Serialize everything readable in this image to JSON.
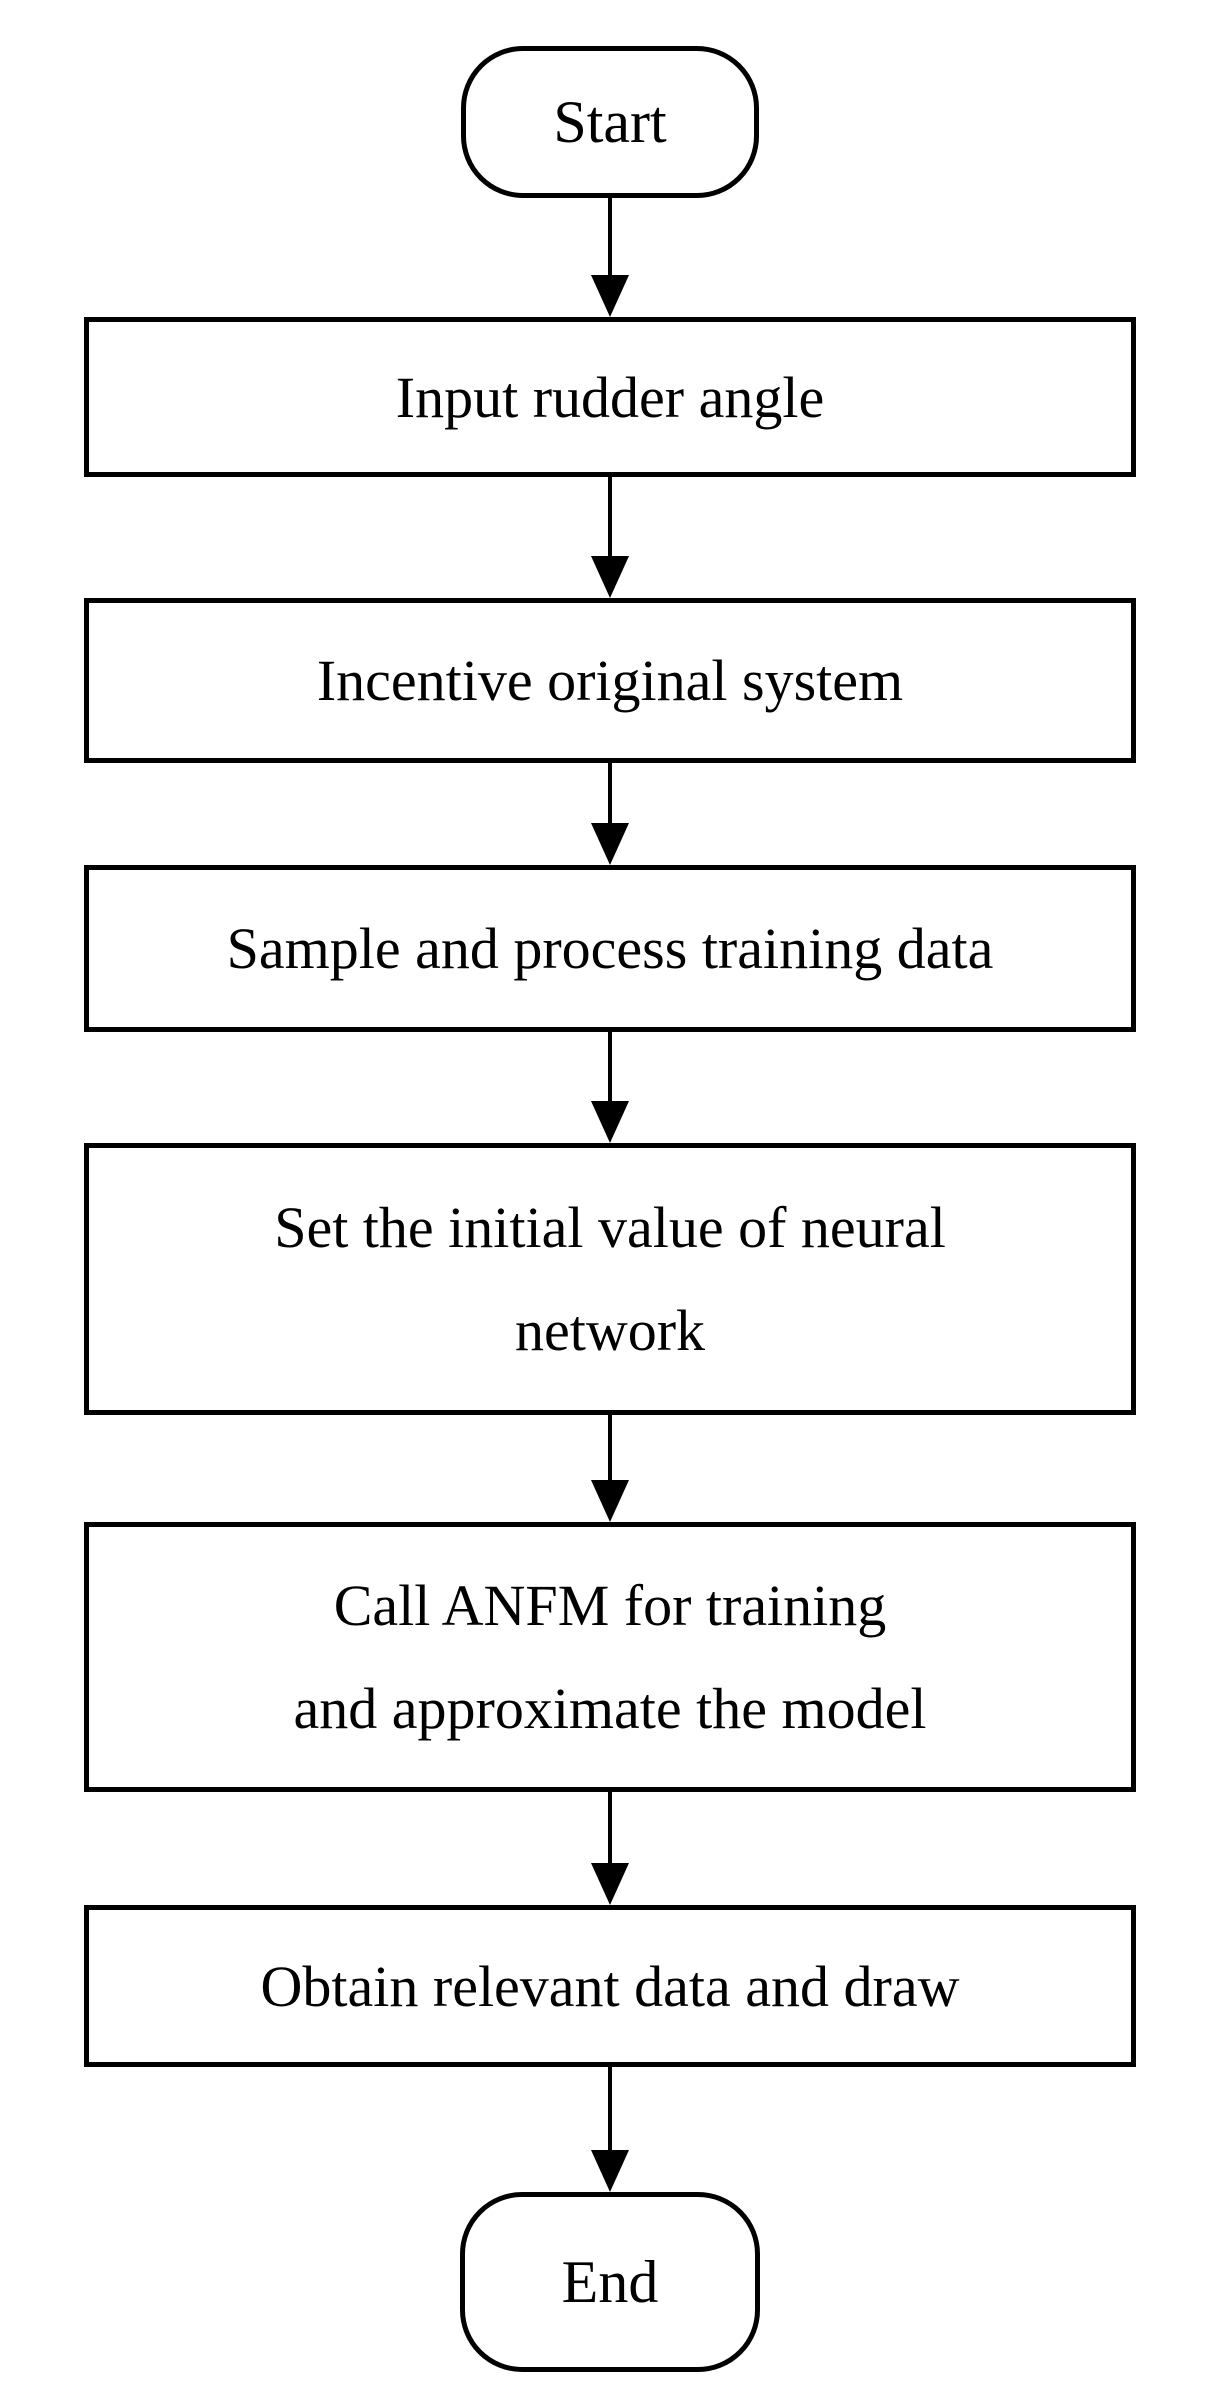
{
  "flowchart": {
    "colors": {
      "stroke": "#000000",
      "fill": "#ffffff",
      "text": "#000000"
    },
    "nodes": [
      {
        "id": "start",
        "type": "terminator",
        "label": "Start"
      },
      {
        "id": "input-rudder-angle",
        "type": "process",
        "label": "Input rudder angle"
      },
      {
        "id": "incentive-original-system",
        "type": "process",
        "label": "Incentive original system"
      },
      {
        "id": "sample-and-process-training-data",
        "type": "process",
        "label": "Sample and process training data"
      },
      {
        "id": "set-initial-value-of-neural-network",
        "type": "process",
        "label": "Set the initial value of neural network",
        "lines": [
          "Set the initial value of neural",
          "network"
        ]
      },
      {
        "id": "call-anfm-for-training",
        "type": "process",
        "label": "Call ANFM for training and approximate the model",
        "lines": [
          "Call ANFM for training",
          "and approximate the model"
        ]
      },
      {
        "id": "obtain-relevant-data-and-draw",
        "type": "process",
        "label": "Obtain relevant data and draw"
      },
      {
        "id": "end",
        "type": "terminator",
        "label": "End"
      }
    ],
    "edges": [
      {
        "from": "start",
        "to": "input-rudder-angle"
      },
      {
        "from": "input-rudder-angle",
        "to": "incentive-original-system"
      },
      {
        "from": "incentive-original-system",
        "to": "sample-and-process-training-data"
      },
      {
        "from": "sample-and-process-training-data",
        "to": "set-initial-value-of-neural-network"
      },
      {
        "from": "set-initial-value-of-neural-network",
        "to": "call-anfm-for-training"
      },
      {
        "from": "call-anfm-for-training",
        "to": "obtain-relevant-data-and-draw"
      },
      {
        "from": "obtain-relevant-data-and-draw",
        "to": "end"
      }
    ]
  }
}
